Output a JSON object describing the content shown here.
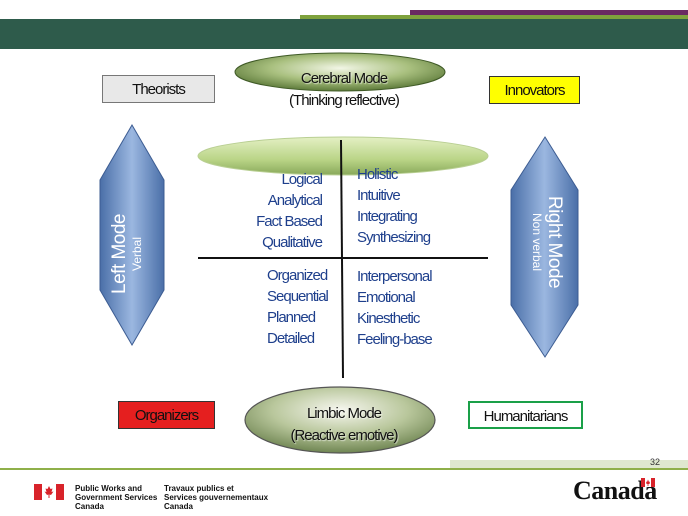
{
  "header": {
    "dark_band_color": "#2e5b4b",
    "purple_stripe_color": "#6a2a62",
    "green_stripe_color": "#7fa23d"
  },
  "corners": {
    "top_left": "Theorists",
    "top_right": "Innovators",
    "bottom_left": "Organizers",
    "bottom_right": "Humanitarians"
  },
  "modes": {
    "cerebral": {
      "line1": "Cerebral Mode",
      "line2": "(Thinking reflective)"
    },
    "limbic": {
      "line1": "Limbic Mode",
      "line2": "(Reactive emotive)"
    },
    "left": {
      "title": "Left Mode",
      "subtitle": "Verbal"
    },
    "right": {
      "title": "Right Mode",
      "subtitle": "Non verbal"
    }
  },
  "quadrants": {
    "top_left": [
      "Logical",
      "Analytical",
      "Fact Based",
      "Qualitative"
    ],
    "top_right": [
      "Holistic",
      "Intuitive",
      "Integrating",
      "Synthesizing"
    ],
    "bottom_left": [
      "Organized",
      "Sequential",
      "Planned",
      "Detailed"
    ],
    "bottom_right": [
      "Interpersonal",
      "Emotional",
      "Kinesthetic",
      "Feeling-base"
    ]
  },
  "colors": {
    "quadrant_text": "#1e3f8c",
    "arrow_fill": "#5f87c2",
    "ellipse_fill": "#7f9c57",
    "innovators_bg": "#ffff00",
    "organizers_bg": "#e51f1f",
    "humanitarians_border": "#1aa048"
  },
  "page_number": "32",
  "footer": {
    "english": [
      "Public Works and",
      "Government Services",
      "Canada"
    ],
    "french": [
      "Travaux publics et",
      "Services gouvernementaux",
      "Canada"
    ],
    "wordmark": "Canada"
  }
}
